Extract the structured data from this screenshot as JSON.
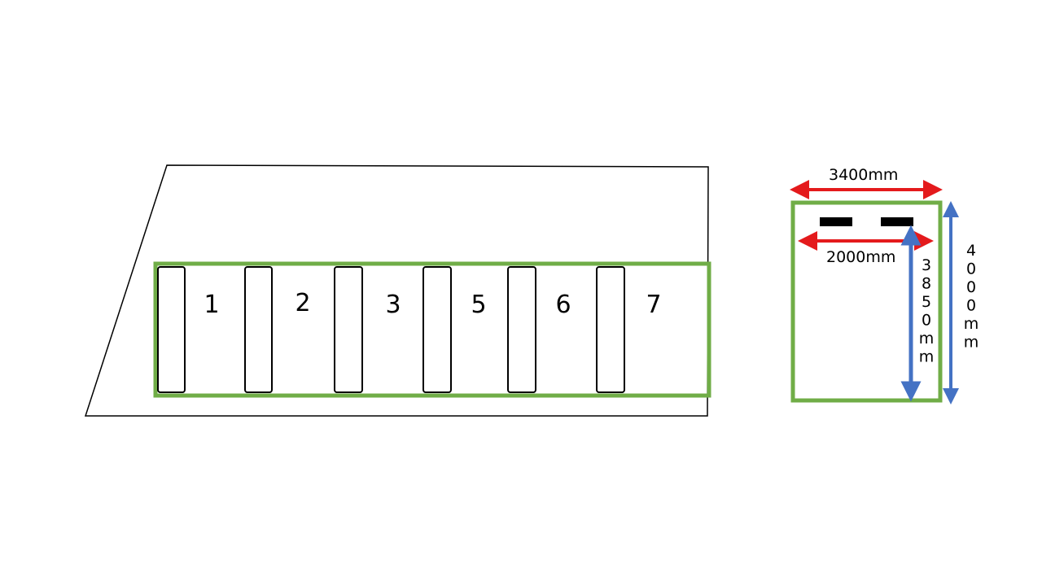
{
  "parking_lot": {
    "spaces": [
      {
        "label": "1"
      },
      {
        "label": "2"
      },
      {
        "label": "3"
      },
      {
        "label": "5"
      },
      {
        "label": "6"
      },
      {
        "label": "7"
      }
    ]
  },
  "space_detail": {
    "width_label": "3400mm",
    "inner_width_label": "2000mm",
    "inner_length_label": "3850mm",
    "length_label": "4000mm"
  },
  "colors": {
    "space_outline": "#70AD47",
    "horizontal_dimension": "#E41A1C",
    "vertical_dimension": "#4472C4",
    "lot_outline": "#000000",
    "wheel_stop": "#000000"
  }
}
